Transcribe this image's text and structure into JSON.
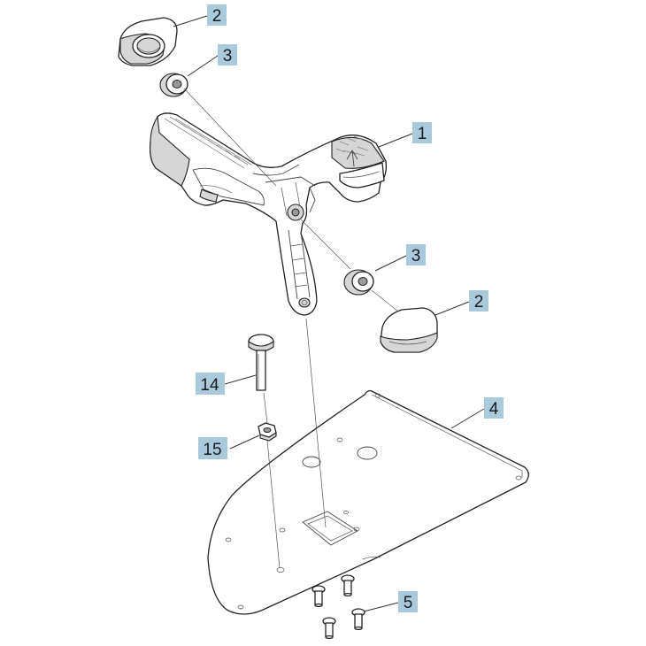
{
  "callouts": [
    {
      "id": "c-2a",
      "label": "2",
      "part": "end-cap"
    },
    {
      "id": "c-3a",
      "label": "3",
      "part": "bushing"
    },
    {
      "id": "c-1",
      "label": "1",
      "part": "handle-frame"
    },
    {
      "id": "c-3b",
      "label": "3",
      "part": "bushing"
    },
    {
      "id": "c-2b",
      "label": "2",
      "part": "end-cap"
    },
    {
      "id": "c-14",
      "label": "14",
      "part": "knob-bolt"
    },
    {
      "id": "c-4",
      "label": "4",
      "part": "base-plate"
    },
    {
      "id": "c-15",
      "label": "15",
      "part": "nut"
    },
    {
      "id": "c-5",
      "label": "5",
      "part": "screws"
    }
  ],
  "colors": {
    "callout_fill": "#a9c9dc",
    "line": "#222222",
    "background": "#ffffff"
  }
}
